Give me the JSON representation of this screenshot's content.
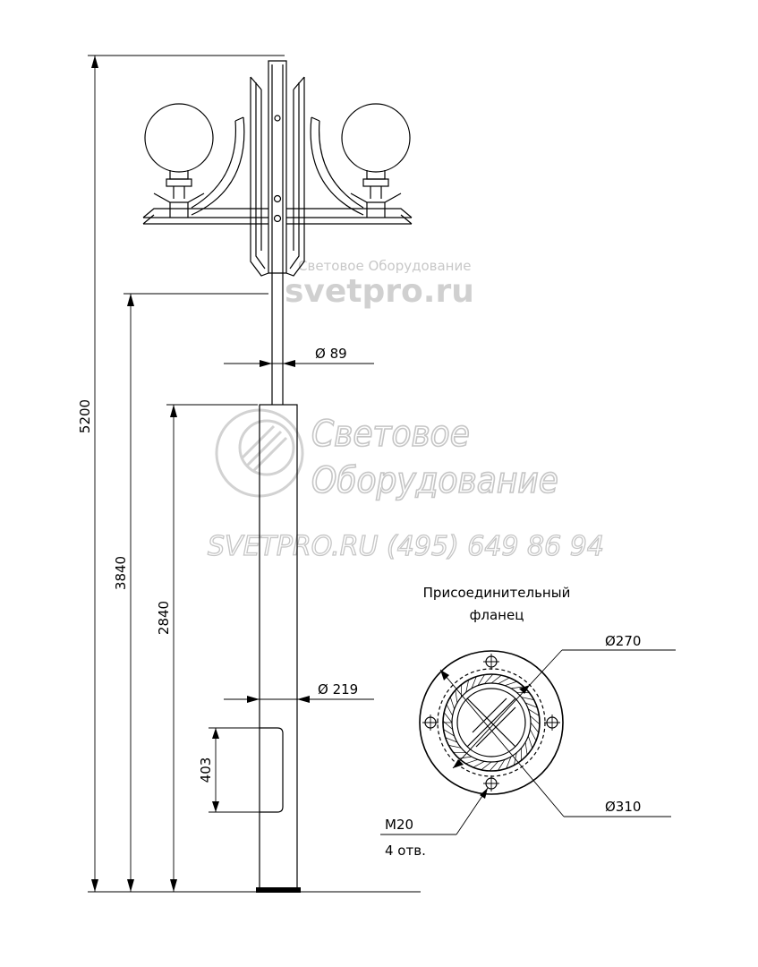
{
  "dimensions": {
    "total_height": "5200",
    "upper_height": "3840",
    "base_height": "2840",
    "hatch_height": "403",
    "top_diameter": "Ø 89",
    "base_diameter": "Ø 219"
  },
  "flange": {
    "title_line1": "Присоединительный",
    "title_line2": "фланец",
    "inner_diameter": "Ø270",
    "outer_diameter": "Ø310",
    "bolt_size": "М20",
    "bolt_count": "4 отв."
  },
  "watermark": {
    "small_text": "Световое Оборудование",
    "site_big": "svetpro.ru",
    "brand_line1": "Световое",
    "brand_line2": "Оборудование",
    "contact": "SVETPRO.RU   (495) 649 86 94"
  }
}
